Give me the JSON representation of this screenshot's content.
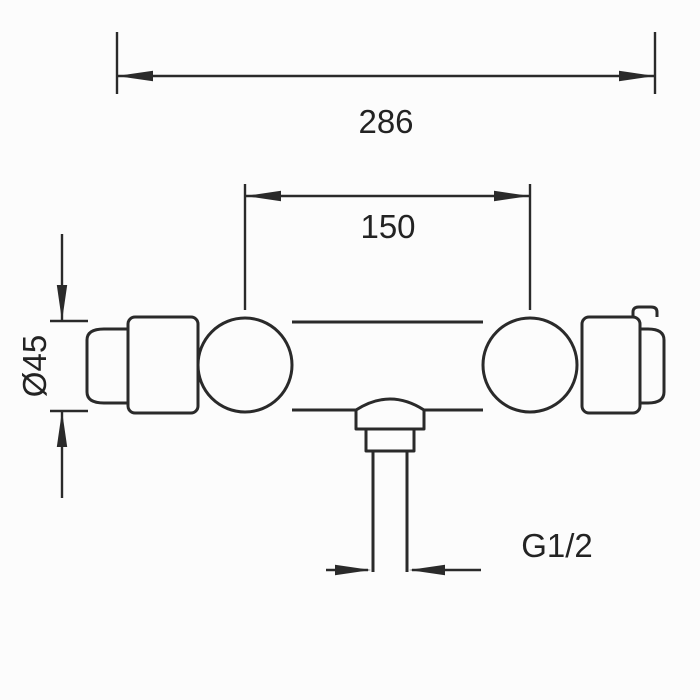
{
  "drawing": {
    "subject": "thermostatic-shower-mixer-front-view",
    "background_color": "#fcfcfc",
    "line_color": "#2a2a2a",
    "dimensions": {
      "overall_width": {
        "label": "286"
      },
      "connection_centers": {
        "label": "150"
      },
      "body_diameter": {
        "label": "Ø45"
      },
      "outlet_thread": {
        "label": "G1/2"
      }
    }
  }
}
